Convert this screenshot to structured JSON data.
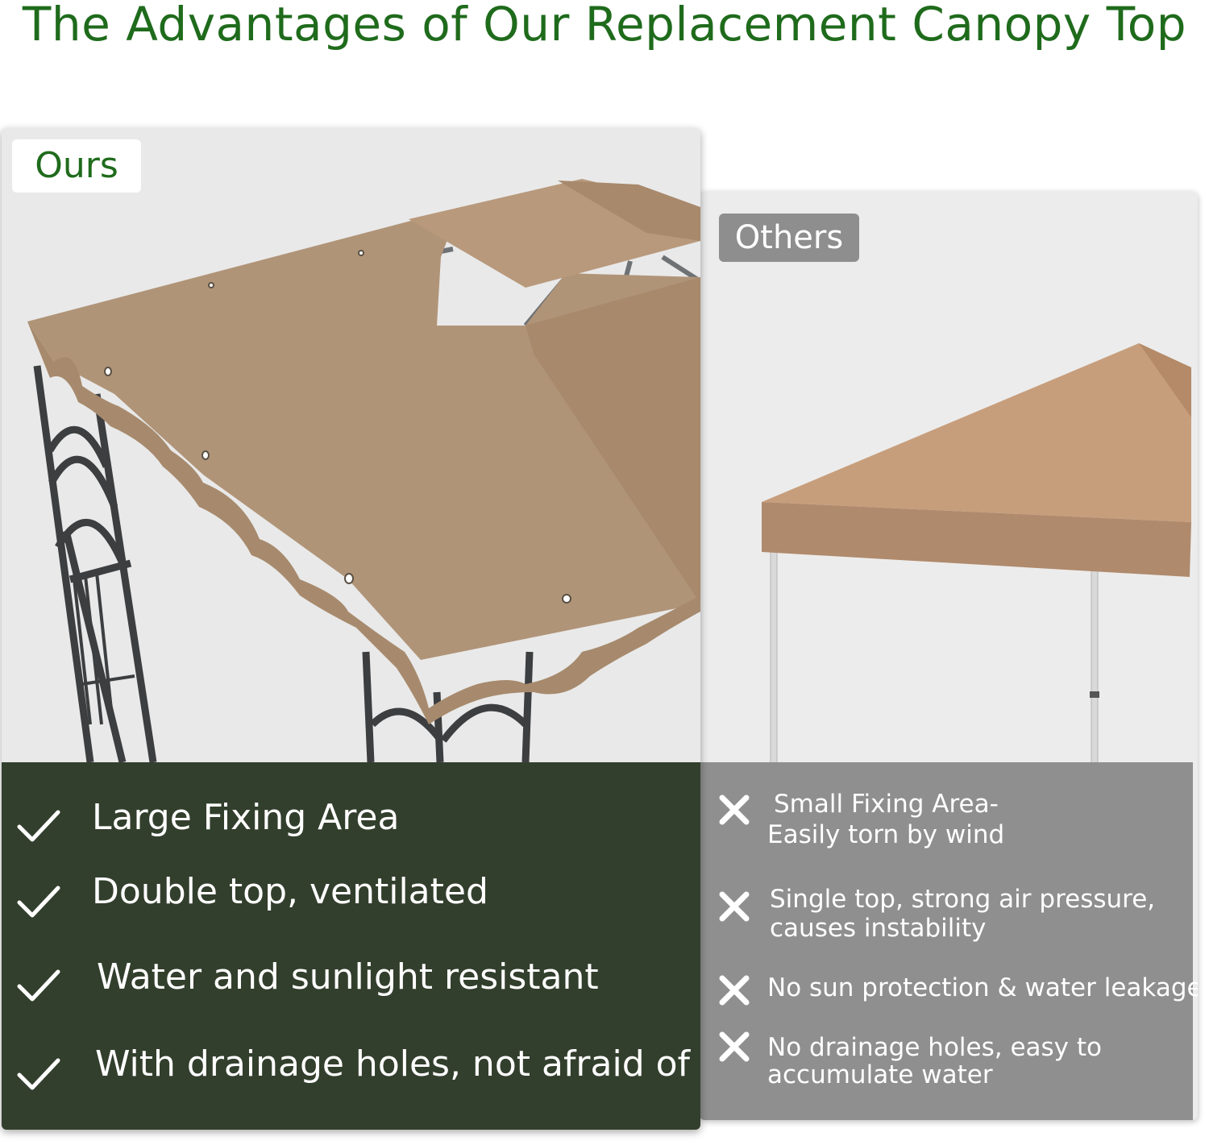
{
  "title": "The Advantages of Our Replacement Canopy Top",
  "ours": {
    "label": "Ours",
    "features": [
      "Large Fixing Area",
      "Double top, ventilated",
      "Water and sunlight resistant",
      "With drainage holes, not afraid of rain"
    ]
  },
  "others": {
    "label": "Others",
    "drawbacks": [
      {
        "line1": "Small Fixing Area-",
        "line2": "Easily torn by wind"
      },
      {
        "line1": "Single top, strong air pressure,",
        "line2": "causes instability"
      },
      {
        "line1": "No sun protection & water leakage",
        "line2": ""
      },
      {
        "line1": "No drainage holes, easy to",
        "line2": "accumulate water"
      }
    ]
  },
  "colors": {
    "title_green": "#1f6b1c",
    "ours_panel_bg": "#333f2d",
    "others_panel_bg": "#8f8f8f",
    "canopy_tan": "#b09478",
    "others_canopy": "#c79e7c"
  },
  "icons": {
    "feature_icon": "checkmark-icon",
    "drawback_icon": "x-mark-icon"
  }
}
